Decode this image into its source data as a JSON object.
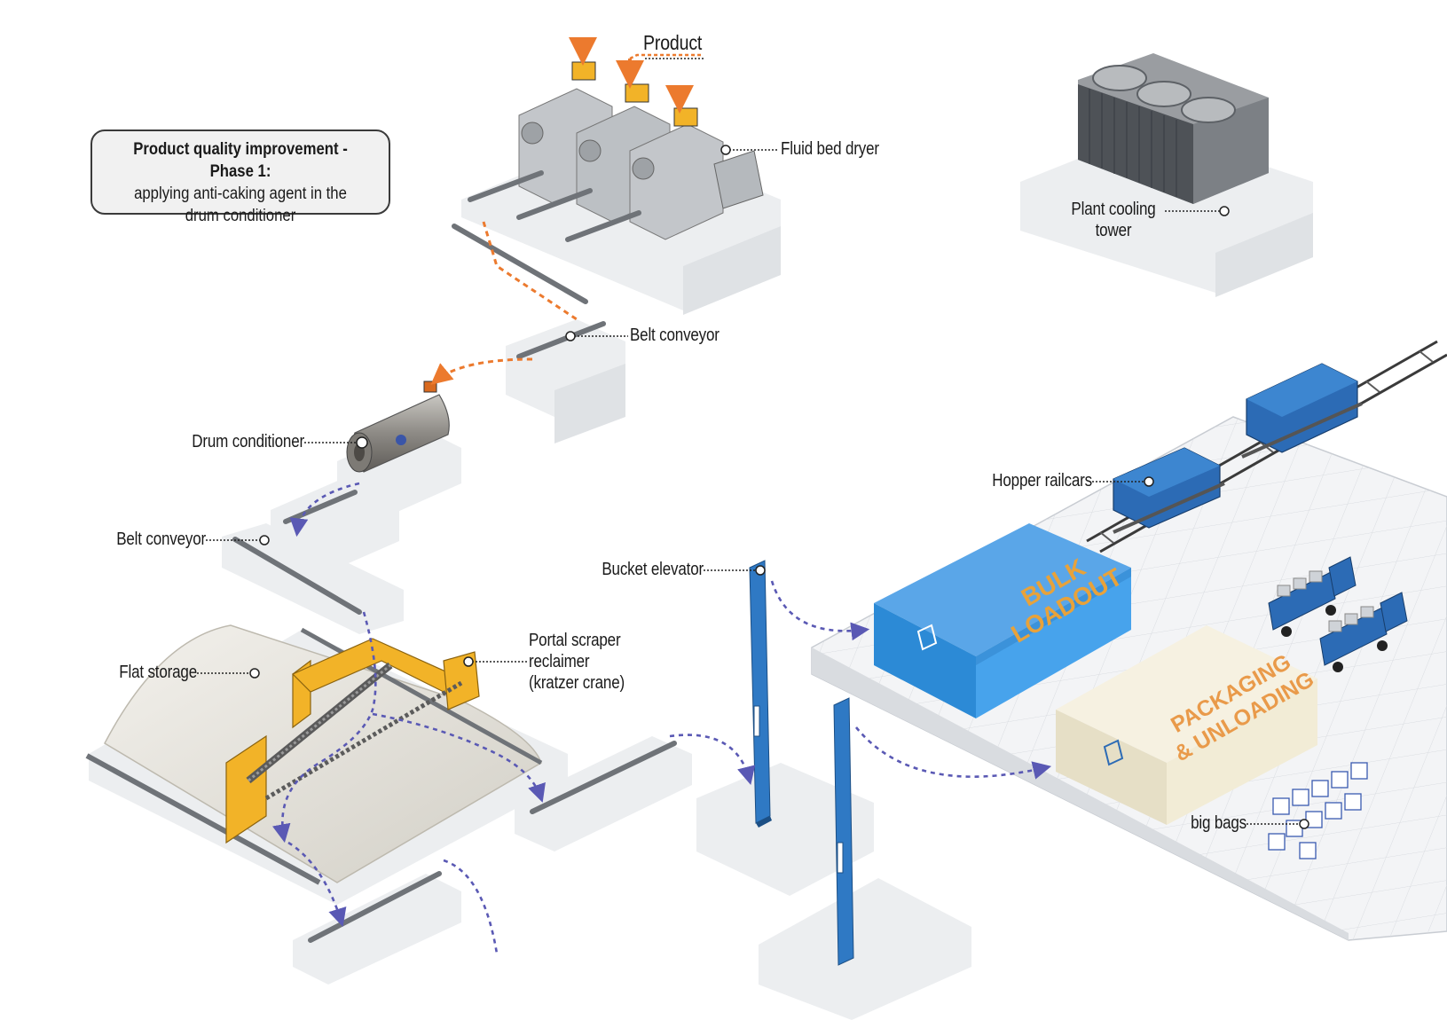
{
  "colors": {
    "orange_flow": "#ec7a2e",
    "blue_flow": "#5a59b4",
    "bucket_blue": "#2f79c4",
    "bulk_building": "#2c8ad6",
    "bulk_text": "#e8a23a",
    "pack_building": "#efe8d0",
    "pack_text": "#e99a4a",
    "crane_yellow": "#f2b328",
    "railcar_blue": "#2c6bb5",
    "steel_grey": "#9aa0a6",
    "platform_grey": "#e6e7e9"
  },
  "phase_box": {
    "title": "Product quality improvement - Phase 1:",
    "line1": "applying anti-caking agent in the",
    "line2": "drum conditioner"
  },
  "labels": {
    "product": "Product",
    "fluid_bed_dryer": "Fluid bed dryer",
    "cooling_tower_1": "Plant cooling",
    "cooling_tower_2": "tower",
    "belt_conveyor_top": "Belt conveyor",
    "drum_conditioner": "Drum conditioner",
    "belt_conveyor_left": "Belt conveyor",
    "flat_storage": "Flat storage",
    "portal_1": "Portal scraper",
    "portal_2": "reclaimer",
    "portal_3": "(kratzer crane)",
    "bucket_elevator": "Bucket elevator",
    "hopper_railcars": "Hopper railcars",
    "big_bags": "big bags"
  },
  "buildings": {
    "bulk_line1": "BULK",
    "bulk_line2": "LOADOUT",
    "pack_line1": "PACKAGING",
    "pack_line2": "& UNLOADING"
  },
  "icons": {
    "callout_marker": "target-ring-icon",
    "company_logo": "company-logo-icon",
    "flow_arrow": "dashed-arrow-icon"
  }
}
